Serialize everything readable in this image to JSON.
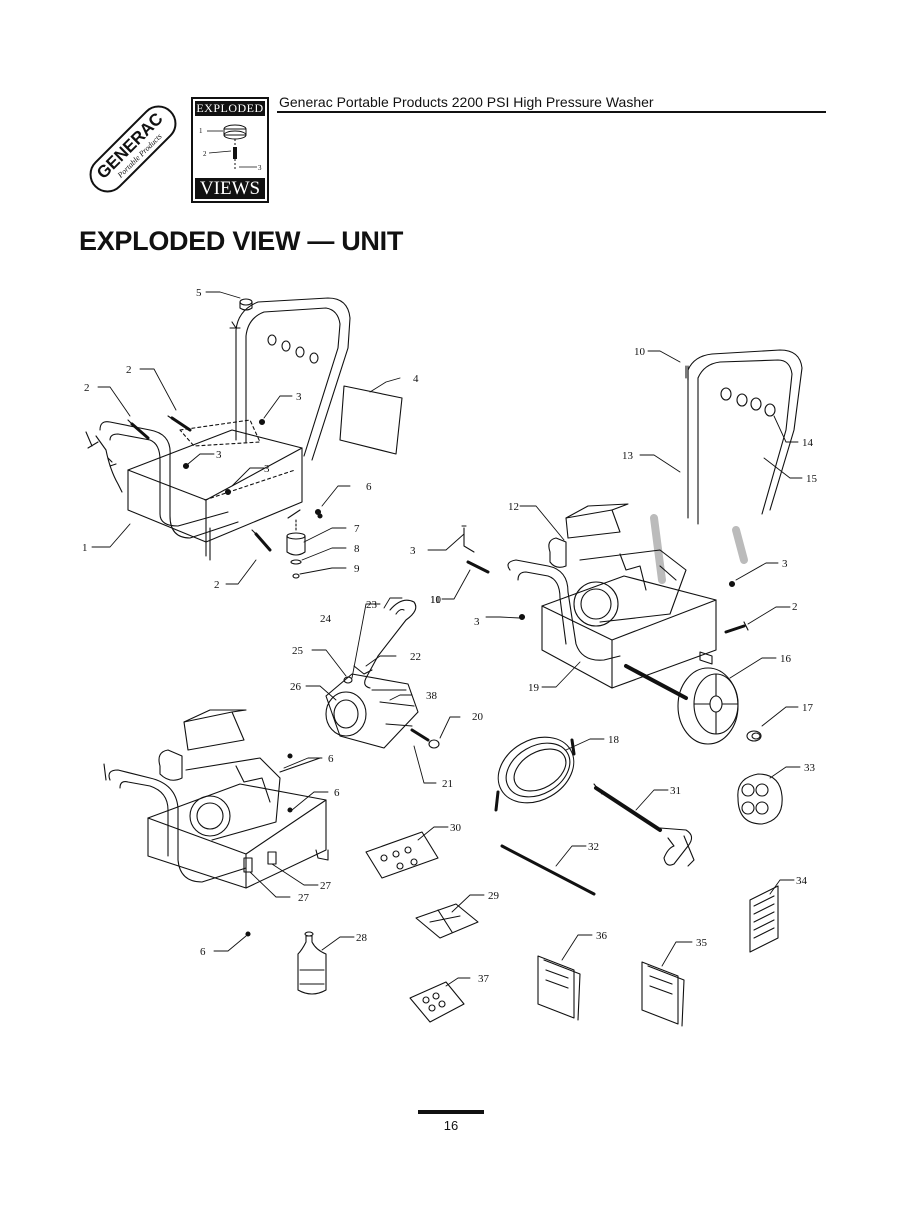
{
  "header": {
    "brand": "GENERAC",
    "brand_sub": "Portable Products",
    "badge_top": "EXPLODED",
    "badge_bottom": "VIEWS",
    "badge_callouts": [
      "1",
      "2",
      "3"
    ],
    "title": "Generac Portable Products 2200 PSI High Pressure Washer"
  },
  "page_title": "EXPLODED VIEW — UNIT",
  "callouts": [
    "1",
    "2",
    "2",
    "2",
    "2",
    "3",
    "3",
    "3",
    "3",
    "3",
    "3",
    "4",
    "5",
    "6",
    "6",
    "6",
    "6",
    "7",
    "8",
    "9",
    "10",
    "10",
    "11",
    "12",
    "13",
    "14",
    "15",
    "16",
    "17",
    "18",
    "19",
    "20",
    "21",
    "22",
    "23",
    "24",
    "25",
    "26",
    "27",
    "27",
    "28",
    "29",
    "30",
    "31",
    "32",
    "33",
    "34",
    "35",
    "36",
    "37",
    "38"
  ],
  "footer": {
    "page_number": "16"
  }
}
